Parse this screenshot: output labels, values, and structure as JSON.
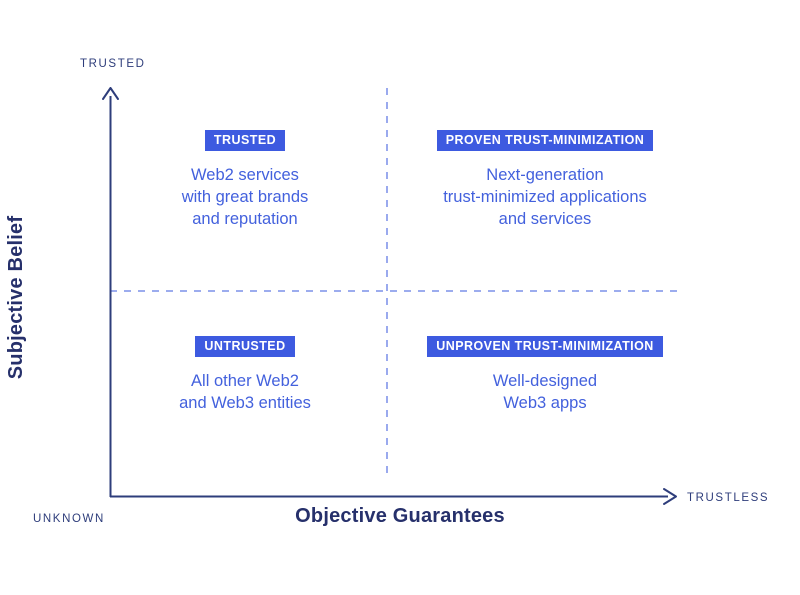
{
  "chart_data": {
    "type": "scatter",
    "title": "",
    "xlabel": "Objective Guarantees",
    "ylabel": "Subjective Belief",
    "x_axis_low_label": "UNKNOWN",
    "x_axis_high_label": "TRUSTLESS",
    "y_axis_high_label": "TRUSTED",
    "grid": "dashed-crosshair",
    "legend": "none",
    "quadrants": [
      {
        "id": "trusted",
        "position": "top-left",
        "label": "TRUSTED",
        "body": "Web2 services\nwith great brands\nand reputation"
      },
      {
        "id": "proven-trust-minimization",
        "position": "top-right",
        "label": "PROVEN TRUST-MINIMIZATION",
        "body": "Next-generation\ntrust-minimized applications\nand services"
      },
      {
        "id": "untrusted",
        "position": "bottom-left",
        "label": "UNTRUSTED",
        "body": "All other Web2\nand Web3 entities"
      },
      {
        "id": "unproven-trust-minimization",
        "position": "bottom-right",
        "label": "UNPROVEN TRUST-MINIMIZATION",
        "body": "Well-designed\nWeb3 apps"
      }
    ]
  },
  "colors": {
    "background": "#ffffff",
    "axis_line": "#2e3d7b",
    "badge_background": "#3d5ae0",
    "badge_text": "#ffffff",
    "body_text": "#4361dd",
    "axis_title": "#26306b",
    "endpoint_label": "#2e3d7b",
    "dashed_line": "#8fa0ec"
  }
}
